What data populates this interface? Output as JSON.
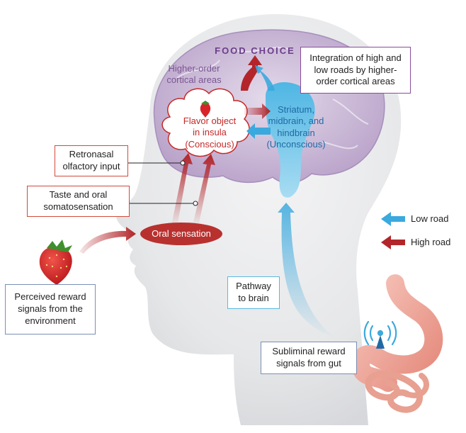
{
  "labels": {
    "food_choice": "FOOD CHOICE",
    "higher_order_line1": "Higher-order",
    "higher_order_line2": "cortical areas",
    "flavor_line1": "Flavor object",
    "flavor_line2": "in insula",
    "flavor_line3": "(Conscious)",
    "striatum_line1": "Striatum,",
    "striatum_line2": "midbrain, and",
    "striatum_line3": "hindbrain",
    "striatum_line4": "(Unconscious)",
    "oral_sensation": "Oral sensation"
  },
  "boxes": {
    "integration_line1": "Integration of high and",
    "integration_line2": "low roads by higher-",
    "integration_line3": "order cortical areas",
    "retronasal_line1": "Retronasal",
    "retronasal_line2": "olfactory input",
    "taste_line1": "Taste and oral",
    "taste_line2": "somatosensation",
    "perceived_line1": "Perceived reward",
    "perceived_line2": "signals from the",
    "perceived_line3": "environment",
    "pathway_line1": "Pathway",
    "pathway_line2": "to brain",
    "subliminal_line1": "Subliminal reward",
    "subliminal_line2": "signals from gut"
  },
  "legend": {
    "low_road": "Low road",
    "high_road": "High road"
  },
  "colors": {
    "low_road": "#3aa9de",
    "high_road": "#b3252a",
    "brain_fill": "#c9b6d6",
    "head_fill": "#e8e9eb",
    "stomach": "#f2b3a8"
  }
}
